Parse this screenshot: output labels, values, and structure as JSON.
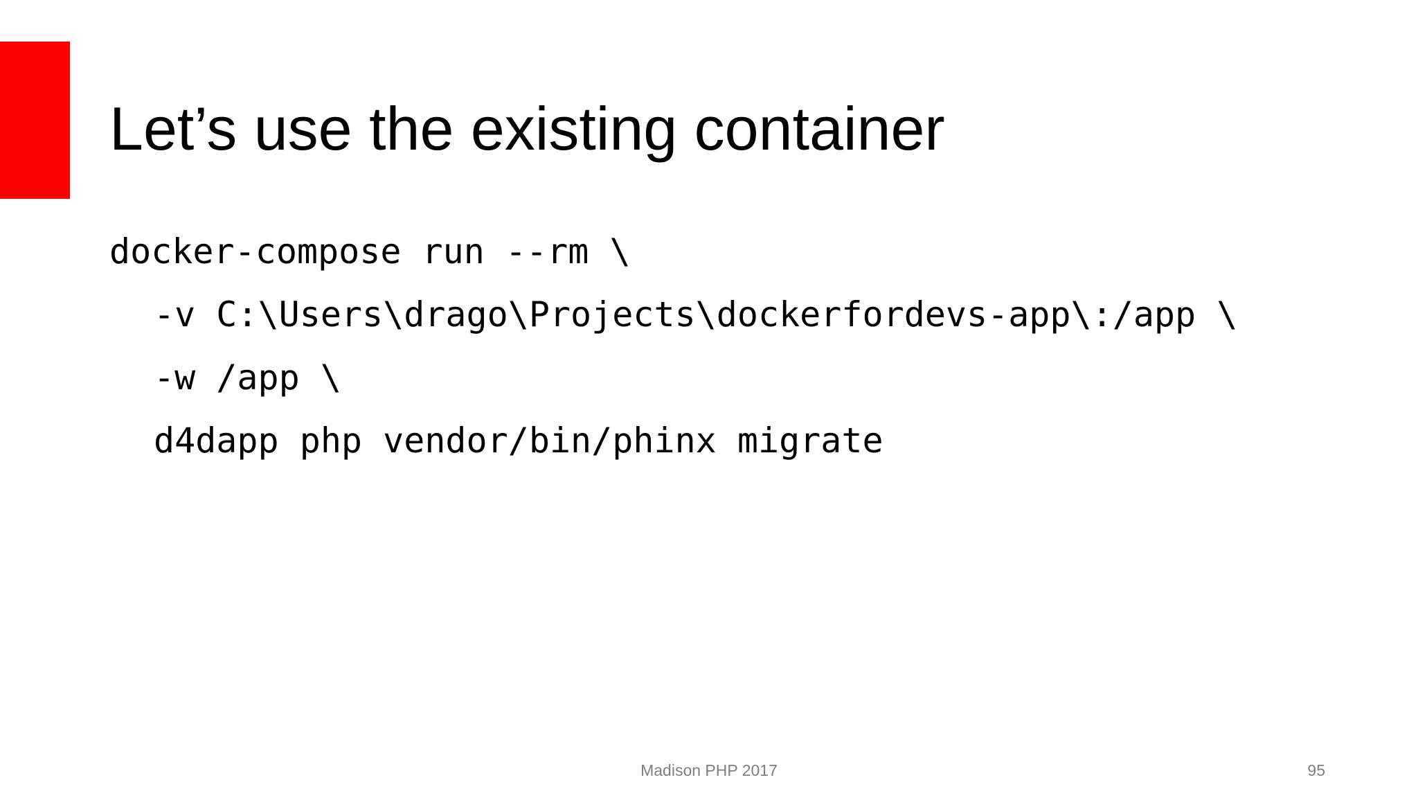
{
  "slide": {
    "title": "Let’s use the existing container",
    "code_lines": [
      "docker-compose run --rm \\",
      "-v C:\\Users\\drago\\Projects\\dockerfordevs-app\\:/app \\",
      "-w /app \\",
      "d4dapp php vendor/bin/phinx migrate"
    ],
    "footer": "Madison PHP 2017",
    "page_number": "95"
  },
  "colors": {
    "accent": "#ff0000",
    "text": "#000000",
    "footer_text": "#7f7f7f",
    "background": "#ffffff"
  }
}
